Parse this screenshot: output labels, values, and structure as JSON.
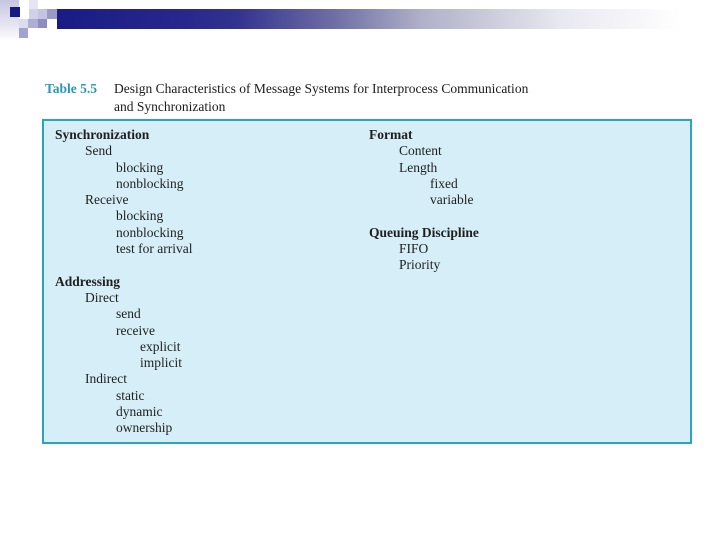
{
  "slide": {
    "caption": {
      "label": "Table 5.5",
      "lines": [
        "Design Characteristics of Message Systems for Interprocess Communication",
        "and Synchronization"
      ]
    }
  },
  "table": {
    "left_column": [
      {
        "text": "Synchronization",
        "level": 0,
        "bold": true
      },
      {
        "text": "Send",
        "level": 1,
        "bold": false
      },
      {
        "text": "blocking",
        "level": 2,
        "bold": false
      },
      {
        "text": "nonblocking",
        "level": 2,
        "bold": false
      },
      {
        "text": "Receive",
        "level": 1,
        "bold": false
      },
      {
        "text": "blocking",
        "level": 2,
        "bold": false
      },
      {
        "text": "nonblocking",
        "level": 2,
        "bold": false
      },
      {
        "text": "test for arrival",
        "level": 2,
        "bold": false
      },
      {
        "text": "",
        "level": 0,
        "bold": false
      },
      {
        "text": "Addressing",
        "level": 0,
        "bold": true
      },
      {
        "text": "Direct",
        "level": 1,
        "bold": false
      },
      {
        "text": "send",
        "level": 2,
        "bold": false
      },
      {
        "text": "receive",
        "level": 2,
        "bold": false
      },
      {
        "text": "explicit",
        "level": 3,
        "bold": false
      },
      {
        "text": "implicit",
        "level": 3,
        "bold": false
      },
      {
        "text": "Indirect",
        "level": 1,
        "bold": false
      },
      {
        "text": "static",
        "level": 2,
        "bold": false
      },
      {
        "text": "dynamic",
        "level": 2,
        "bold": false
      },
      {
        "text": "ownership",
        "level": 2,
        "bold": false
      }
    ],
    "right_column": [
      {
        "text": "Format",
        "level": 0,
        "bold": true
      },
      {
        "text": "Content",
        "level": 1,
        "bold": false
      },
      {
        "text": "Length",
        "level": 1,
        "bold": false
      },
      {
        "text": "fixed",
        "level": 2,
        "bold": false
      },
      {
        "text": "variable",
        "level": 2,
        "bold": false
      },
      {
        "text": "",
        "level": 0,
        "bold": false
      },
      {
        "text": "Queuing Discipline",
        "level": 0,
        "bold": true
      },
      {
        "text": "FIFO",
        "level": 1,
        "bold": false
      },
      {
        "text": "Priority",
        "level": 1,
        "bold": false
      }
    ]
  },
  "colors": {
    "accent_teal": "#2a96b4",
    "box_background": "#d5eef7",
    "box_border": "#2aa5bf",
    "banner_navy": "#1b1b86"
  }
}
